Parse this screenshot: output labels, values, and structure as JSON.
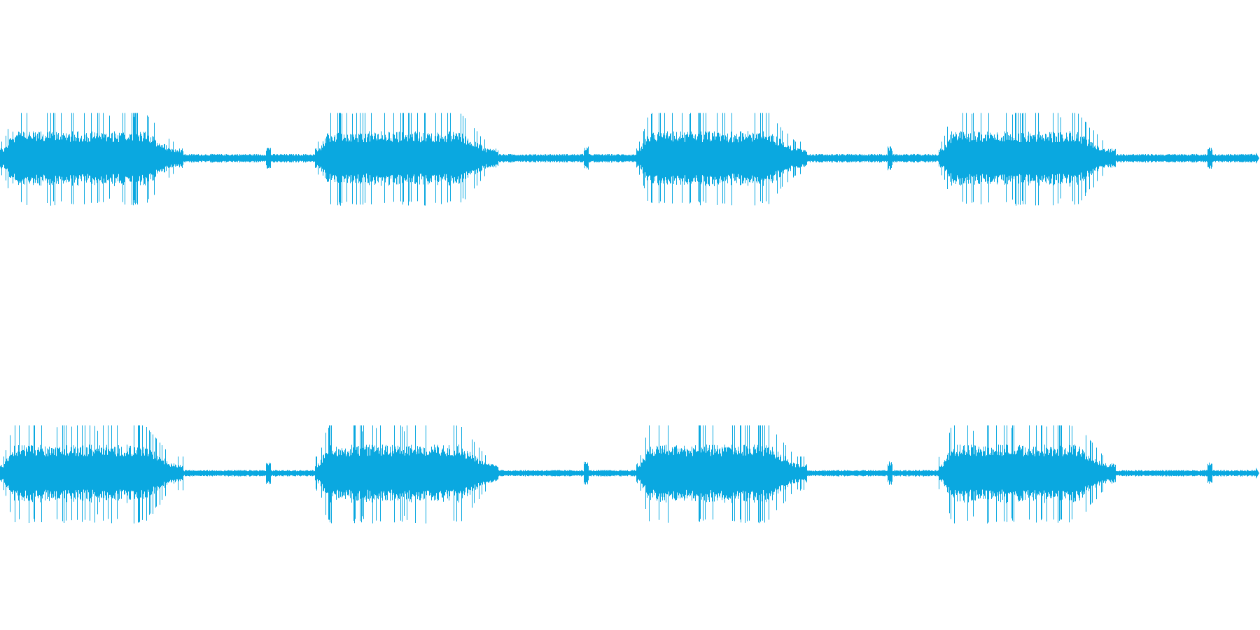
{
  "waveform": {
    "color": "#0AA8E0",
    "background": "#FFFFFF",
    "channels": [
      {
        "name": "",
        "bursts": [
          {
            "start": 0.0,
            "end": 0.145,
            "level": 0.85
          },
          {
            "start": 0.25,
            "end": 0.395,
            "level": 0.85
          },
          {
            "start": 0.505,
            "end": 0.64,
            "level": 0.85
          },
          {
            "start": 0.745,
            "end": 0.885,
            "level": 0.85
          }
        ],
        "blips": [
          0.213,
          0.465,
          0.706,
          0.96
        ],
        "quiet_level": 0.08
      },
      {
        "name": "",
        "bursts": [
          {
            "start": 0.0,
            "end": 0.145,
            "level": 0.9
          },
          {
            "start": 0.25,
            "end": 0.395,
            "level": 0.9
          },
          {
            "start": 0.505,
            "end": 0.64,
            "level": 0.9
          },
          {
            "start": 0.745,
            "end": 0.885,
            "level": 0.9
          }
        ],
        "blips": [
          0.213,
          0.465,
          0.706,
          0.96
        ],
        "quiet_level": 0.06
      }
    ]
  }
}
